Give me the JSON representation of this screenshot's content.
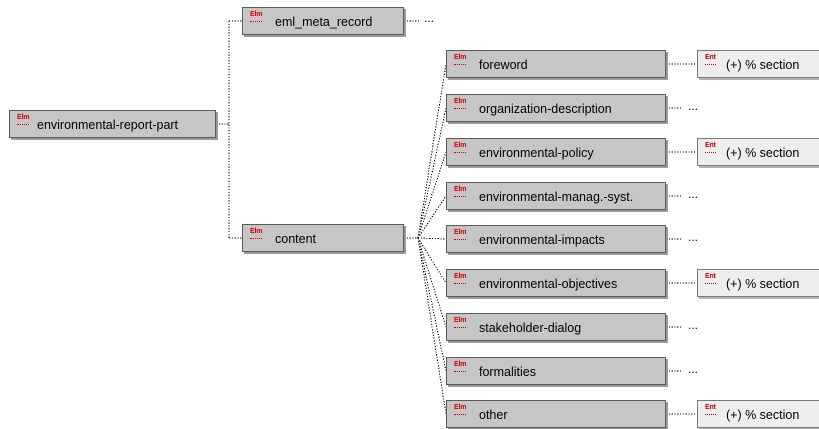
{
  "diagram": {
    "tag_element": "Elm",
    "tag_entity": "Ent",
    "ellipsis": "...",
    "root": {
      "label": "environmental-report-part"
    },
    "level1": {
      "meta": {
        "label": "eml_meta_record"
      },
      "content": {
        "label": "content"
      }
    },
    "children": [
      {
        "label": "foreword",
        "ref": "(+) % section"
      },
      {
        "label": "organization-description"
      },
      {
        "label": "environmental-policy",
        "ref": "(+) % section"
      },
      {
        "label": "environmental-manag.-syst."
      },
      {
        "label": "environmental-impacts"
      },
      {
        "label": "environmental-objectives",
        "ref": "(+) % section"
      },
      {
        "label": "stakeholder-dialog"
      },
      {
        "label": "formalities"
      },
      {
        "label": "other",
        "ref": "(+) % section"
      }
    ]
  }
}
